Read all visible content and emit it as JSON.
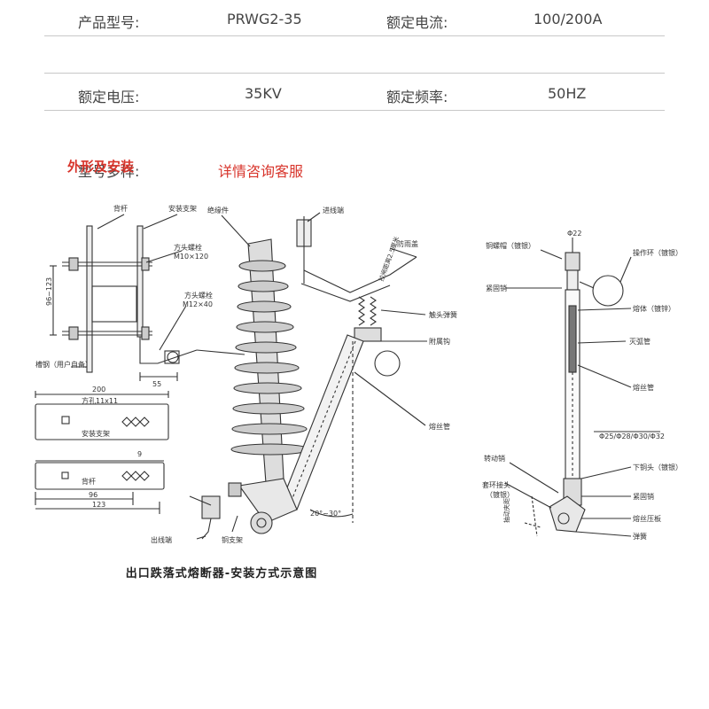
{
  "specs": {
    "rows": [
      {
        "label1": "产品型号:",
        "value1": "PRWG2-35",
        "label2": "额定电流:",
        "value2": "100/200A"
      },
      {
        "label1": "额定电压:",
        "value1": "35KV",
        "label2": "额定频率:",
        "value2": "50HZ"
      },
      {
        "label1": "型号多样:",
        "value1": "详情咨询客服",
        "label2": "",
        "value2": ""
      }
    ]
  },
  "section_title": "外形及安装",
  "caption": "出口跌落式熔断器-安装方式示意图",
  "colors": {
    "accent": "#d8352c",
    "line": "#c8c8c8",
    "drawing": "#333333"
  },
  "drawing": {
    "left_labels": {
      "bei_gan": "背杆",
      "an_zhuang_zhi_jia": "安装支架",
      "fang_tou_luo_shuan_1": "方头螺栓",
      "m10": "M10×120",
      "fang_tou_luo_shuan_2": "方头螺栓",
      "m12": "M12×40",
      "cao_gang": "槽钢（用户自备）",
      "dim_96_123": "96~123",
      "dim_55": "55",
      "dim_200": "200",
      "fang_kong": "方孔11x11",
      "an_zhuang_zhi_jia_2": "安装支架",
      "dim_9": "9",
      "bei_gan_2": "背杆",
      "dim_96": "96",
      "dim_123": "123"
    },
    "middle_labels": {
      "jue_yuan_jian": "绝缘件",
      "jin_xian_duan": "进线端",
      "fang_yu_gai": "防雨盖",
      "ce_liang": "拉闸距离2.5厘米",
      "chu_tou_tan_huang": "触头弹簧",
      "fu_shu_gou": "附属钩",
      "rong_si_guan": "熔丝管",
      "angle": "20°~30°",
      "chu_xian_duan": "出线端",
      "tong_zhi_jia": "铜支架"
    },
    "right_labels": {
      "phi22": "Φ22",
      "tong_luo_mao": "铜螺帽（镀银）",
      "cao_zuo_huan": "操作环（镀银）",
      "jin_gu_xiao": "紧固销",
      "rong_ti": "熔体（镀锌）",
      "mie_hu_guan": "灭弧管",
      "rong_si_guan": "熔丝管",
      "diameters": "Φ25/Φ28/Φ30/Φ32",
      "zhuan_dong_xiao": "转动销",
      "xia_tong_tou": "下铜头（镀银）",
      "tao_huan_jie_tou": "套环接头",
      "du_yin": "（镀银）",
      "jin_gu_xiao_2": "紧固销",
      "chou_dong_jia_ju": "抽动夹距",
      "rong_si_ya_ban": "熔丝压板",
      "tan_huang": "弹簧"
    }
  }
}
